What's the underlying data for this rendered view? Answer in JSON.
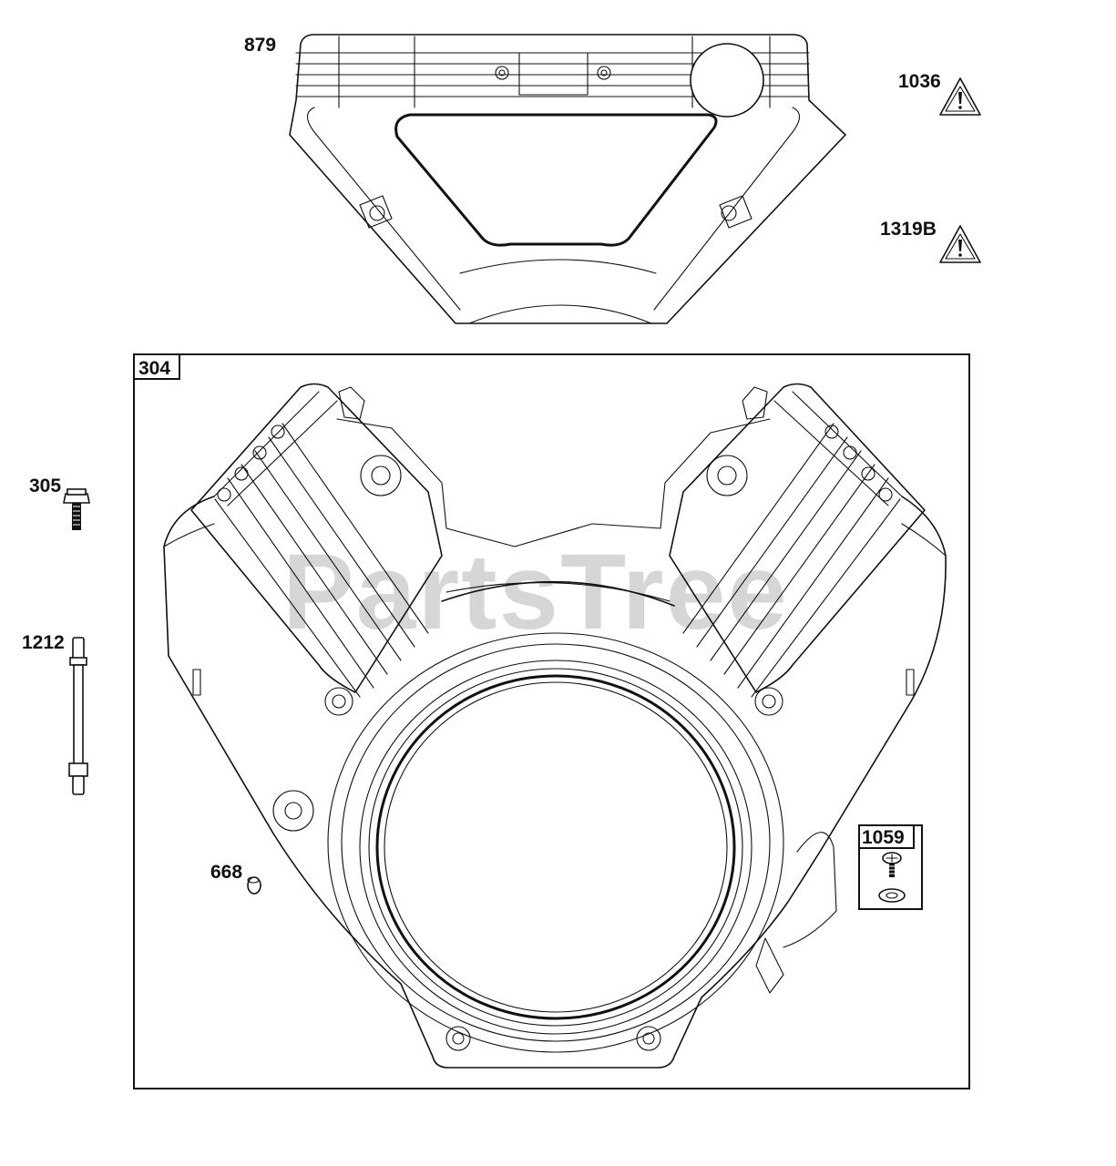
{
  "watermark": "PartsTree",
  "parts": {
    "p879": "879",
    "p1036": "1036",
    "p1319b": "1319B",
    "p304": "304",
    "p305": "305",
    "p1212": "1212",
    "p668": "668",
    "p1059": "1059"
  },
  "icons": {
    "warning": "warning-triangle-icon"
  }
}
